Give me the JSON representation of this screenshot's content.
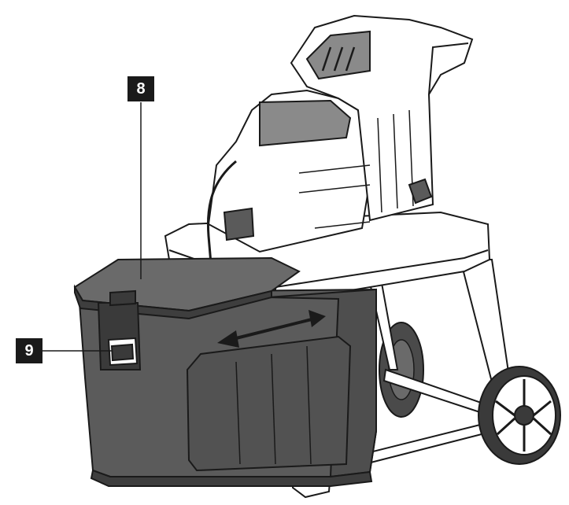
{
  "callouts": [
    {
      "number": "8",
      "part": "collection-box-lid"
    },
    {
      "number": "9",
      "part": "lid-latch"
    }
  ],
  "colors": {
    "box_fill": "#5b5b5b",
    "box_dark": "#3e3e3e",
    "lid_fill": "#6a6a6a",
    "line": "#1a1a1a",
    "machine_fill": "#ffffff",
    "machine_shade": "#8a8a8a"
  }
}
